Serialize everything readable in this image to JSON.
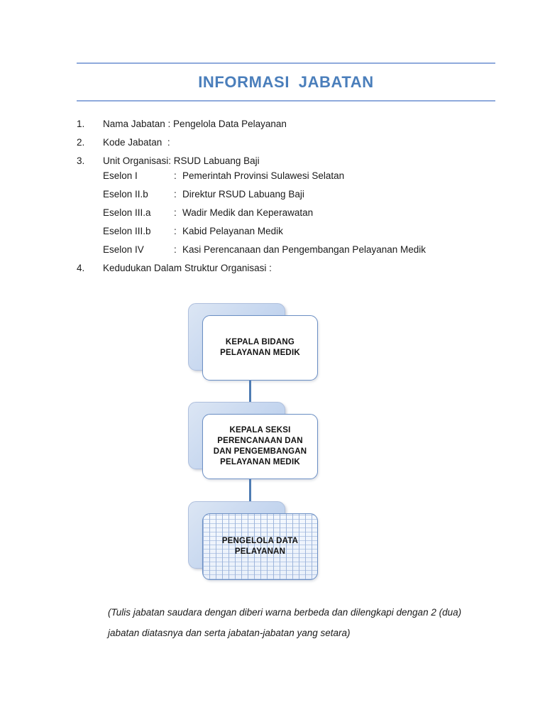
{
  "document": {
    "title": "INFORMASI  JABATAN",
    "title_color": "#4a7ebb",
    "rule_color": "#8faadc"
  },
  "fields": [
    {
      "num": "1.",
      "text": "Nama Jabatan : Pengelola Data Pelayanan"
    },
    {
      "num": "2.",
      "text": "Kode Jabatan  :"
    },
    {
      "num": "3.",
      "text": "Unit Organisasi: RSUD Labuang Baji"
    }
  ],
  "eselon": [
    {
      "label": "Eselon I",
      "colon": ":",
      "value": "Pemerintah Provinsi Sulawesi Selatan"
    },
    {
      "label": "Eselon II.b",
      "colon": ":",
      "value": "Direktur RSUD Labuang Baji"
    },
    {
      "label": "Eselon III.a",
      "colon": ":",
      "value": "Wadir Medik dan Keperawatan"
    },
    {
      "label": "Eselon III.b",
      "colon": ":",
      "value": "Kabid Pelayanan Medik"
    },
    {
      "label": "Eselon IV",
      "colon": ":",
      "value": "Kasi Perencanaan dan Pengembangan Pelayanan Medik"
    }
  ],
  "item4": {
    "num": "4.",
    "text": "Kedudukan Dalam Struktur Organisasi :"
  },
  "org_chart": {
    "nodes": [
      {
        "label": "KEPALA BIDANG\nPELAYANAN MEDIK",
        "style": "plain"
      },
      {
        "label": "KEPALA SEKSI\nPERENCANAAN DAN\nDAN PENGEMBANGAN\nPELAYANAN MEDIK",
        "style": "plain"
      },
      {
        "label": "PENGELOLA DATA\nPELAYANAN",
        "style": "pattern"
      }
    ],
    "connector_color": "#4f7cb3"
  },
  "caption": "(Tulis jabatan saudara dengan diberi warna berbeda dan dilengkapi dengan 2 (dua) jabatan diatasnya dan serta jabatan-jabatan yang setara)"
}
